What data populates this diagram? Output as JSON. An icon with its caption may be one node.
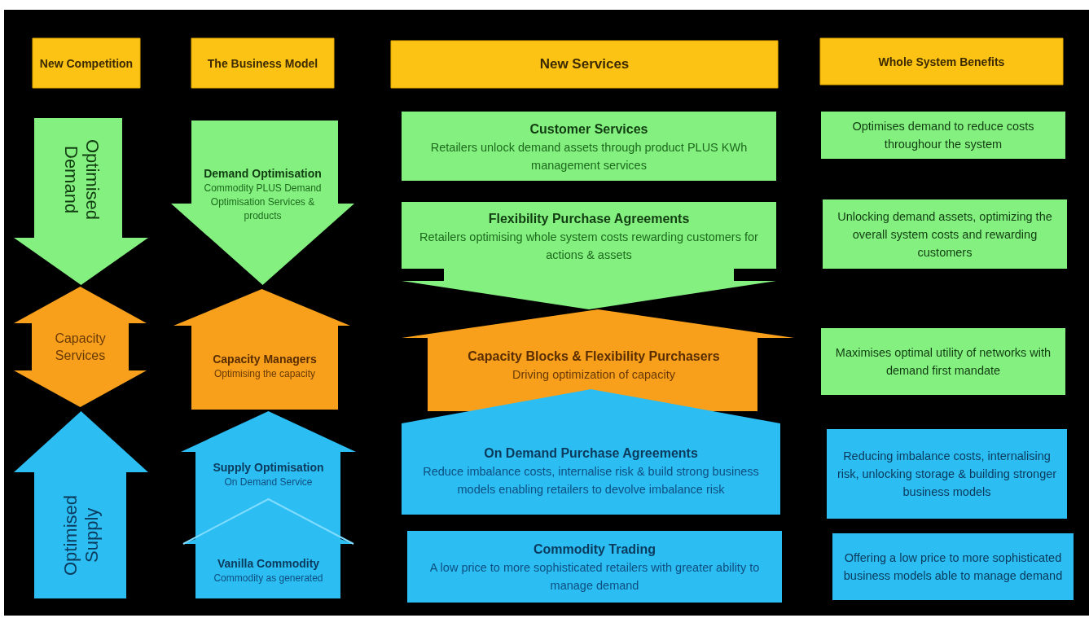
{
  "diagram": {
    "nodes": [
      {
        "text": [
          "New Competition"
        ]
      },
      {
        "text": [
          "The Business Model"
        ]
      },
      {
        "text": [
          "New Services"
        ]
      },
      {
        "text": [
          "Whole System Benefits"
        ]
      },
      {
        "text": [
          "Optimised Demand"
        ]
      },
      {
        "text": [
          "Capacity Services"
        ]
      },
      {
        "text": [
          "Optimised Supply"
        ]
      },
      {
        "text": [
          "Demand Optimisation",
          "Commodity PLUS Demand Optimisation Services & products"
        ]
      },
      {
        "text": [
          "Capacity Managers",
          "Optimising the capacity"
        ]
      },
      {
        "text": [
          "Supply Optimisation",
          "On Demand Service"
        ]
      },
      {
        "text": [
          "Vanilla Commodity",
          "Commodity as generated"
        ]
      },
      {
        "text": [
          "Customer Services",
          "Retailers unlock demand assets through product PLUS KWh management services"
        ]
      },
      {
        "text": [
          "Flexibility Purchase Agreements",
          "Retailers optimising whole system costs rewarding customers for actions & assets"
        ]
      },
      {
        "text": [
          "Capacity Blocks & Flexibility Purchasers",
          "Driving optimization of capacity"
        ]
      },
      {
        "text": [
          "On Demand Purchase Agreements",
          "Reduce imbalance costs, internalise risk & build strong business models enabling retailers to devolve imbalance risk"
        ]
      },
      {
        "text": [
          "Commodity Trading",
          "A low price to more sophisticated retailers with greater ability to manage demand"
        ]
      },
      {
        "text": [
          "Optimises demand to reduce costs throughour the system"
        ]
      },
      {
        "text": [
          "Unlocking demand assets, optimizing the overall system costs and rewarding customers"
        ]
      },
      {
        "text": [
          "Maximises optimal utility of networks with demand first mandate"
        ]
      },
      {
        "text": [
          "Reducing imbalance costs, internalising risk, unlocking storage & building stronger business models"
        ]
      },
      {
        "text": [
          "Offering a low price to more sophisticated business models able to manage demand"
        ]
      }
    ]
  }
}
